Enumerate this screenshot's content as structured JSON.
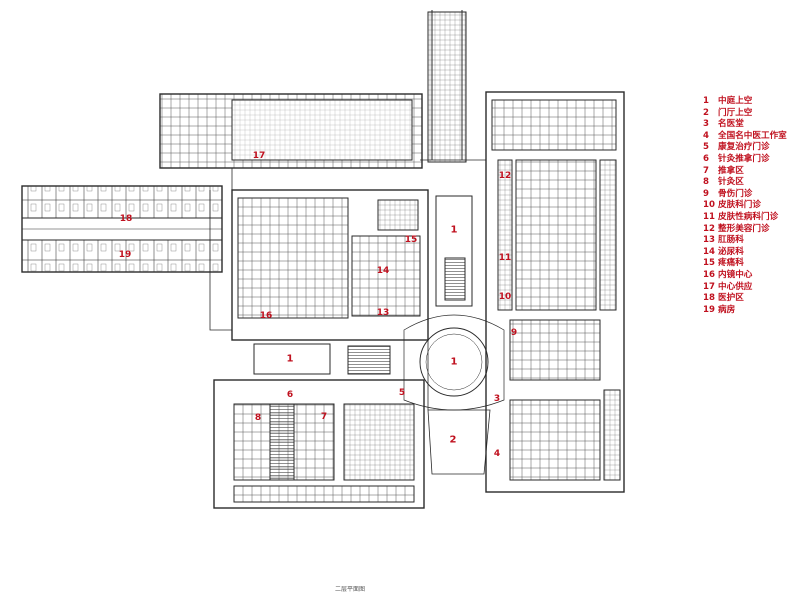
{
  "legend": {
    "items": [
      {
        "num": "1",
        "label": "中庭上空"
      },
      {
        "num": "2",
        "label": "门厅上空"
      },
      {
        "num": "3",
        "label": "名医堂"
      },
      {
        "num": "4",
        "label": "全国名中医工作室"
      },
      {
        "num": "5",
        "label": "康复治疗门诊"
      },
      {
        "num": "6",
        "label": "针灸推拿门诊"
      },
      {
        "num": "7",
        "label": "推拿区"
      },
      {
        "num": "8",
        "label": "针灸区"
      },
      {
        "num": "9",
        "label": "骨伤门诊"
      },
      {
        "num": "10",
        "label": "皮肤科门诊"
      },
      {
        "num": "11",
        "label": "皮肤性病科门诊"
      },
      {
        "num": "12",
        "label": "整形美容门诊"
      },
      {
        "num": "13",
        "label": "肛肠科"
      },
      {
        "num": "14",
        "label": "泌尿科"
      },
      {
        "num": "15",
        "label": "疼痛科"
      },
      {
        "num": "16",
        "label": "内镜中心"
      },
      {
        "num": "17",
        "label": "中心供应"
      },
      {
        "num": "18",
        "label": "医护区"
      },
      {
        "num": "19",
        "label": "病房"
      }
    ]
  },
  "plan_labels": {
    "l17": "17",
    "l18": "18",
    "l19": "19",
    "l12": "12",
    "l1a": "1",
    "l15": "15",
    "l14": "14",
    "l11": "11",
    "l16": "16",
    "l13": "13",
    "l10": "10",
    "l9": "9",
    "l1b": "1",
    "l1c": "1",
    "l6": "6",
    "l5": "5",
    "l3": "3",
    "l8": "8",
    "l7": "7",
    "l2": "2",
    "l4": "4"
  },
  "scale_label": "二层平面图",
  "colors": {
    "accent": "#c0111f",
    "line": "#2a2a2a"
  }
}
